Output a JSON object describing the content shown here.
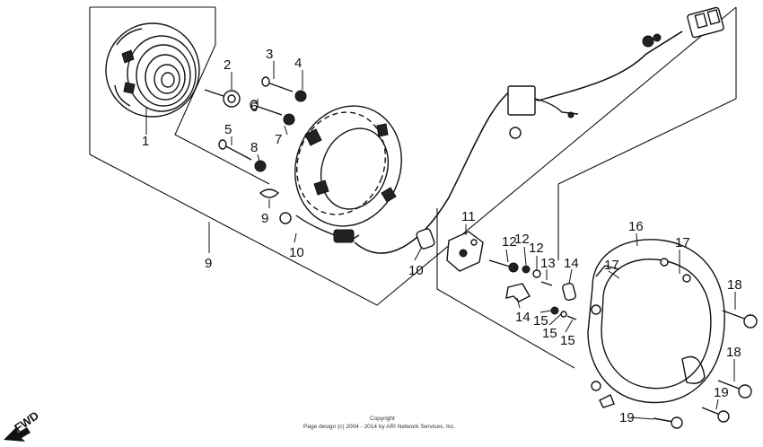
{
  "diagram": {
    "part_numbers": [
      "1",
      "2",
      "3",
      "4",
      "5",
      "6",
      "7",
      "8",
      "9",
      "9",
      "10",
      "10",
      "11",
      "12",
      "12",
      "12",
      "13",
      "14",
      "14",
      "15",
      "15",
      "15",
      "16",
      "17",
      "17",
      "18",
      "18",
      "19",
      "19"
    ],
    "direction_label": "FWD",
    "copyright_line1": "Copyright",
    "copyright_line2": "Page design (c) 2004 - 2014 by ARI Network Services, Inc."
  }
}
